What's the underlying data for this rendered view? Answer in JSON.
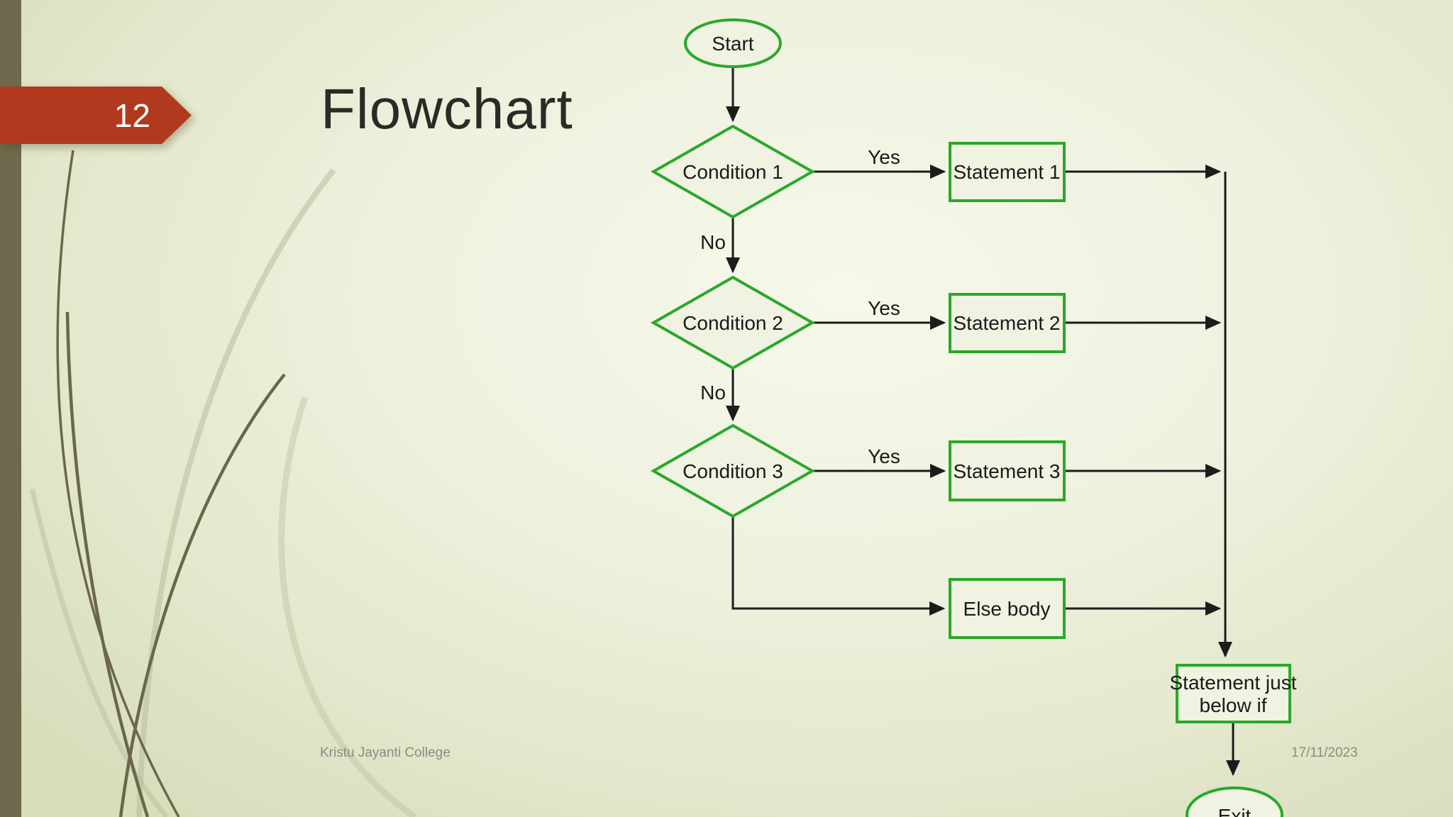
{
  "slide": {
    "page_number": "12",
    "title": "Flowchart",
    "footer_left": "Kristu Jayanti College",
    "footer_right": "17/11/2023"
  },
  "colors": {
    "shape_green": "#2aa82a",
    "connector_black": "#1c1c1c",
    "banner_red": "#b13a1e",
    "sidebar_olive": "#6f6a4d",
    "background_center": "#f6f8ea",
    "background_edge": "#d8ddbc",
    "footer_gray": "#8b8b80"
  },
  "flowchart": {
    "nodes": {
      "start": {
        "type": "terminator",
        "label": "Start"
      },
      "condition1": {
        "type": "decision",
        "label": "Condition 1"
      },
      "statement1": {
        "type": "process",
        "label": "Statement 1"
      },
      "condition2": {
        "type": "decision",
        "label": "Condition 2"
      },
      "statement2": {
        "type": "process",
        "label": "Statement 2"
      },
      "condition3": {
        "type": "decision",
        "label": "Condition 3"
      },
      "statement3": {
        "type": "process",
        "label": "Statement 3"
      },
      "else_body": {
        "type": "process",
        "label": "Else body"
      },
      "statement_below_if": {
        "type": "process",
        "line1": "Statement just",
        "line2": "below if"
      },
      "exit": {
        "type": "terminator",
        "label": "Exit"
      }
    },
    "edge_labels": {
      "condition1_yes": "Yes",
      "condition1_no": "No",
      "condition2_yes": "Yes",
      "condition2_no": "No",
      "condition3_yes": "Yes"
    }
  }
}
